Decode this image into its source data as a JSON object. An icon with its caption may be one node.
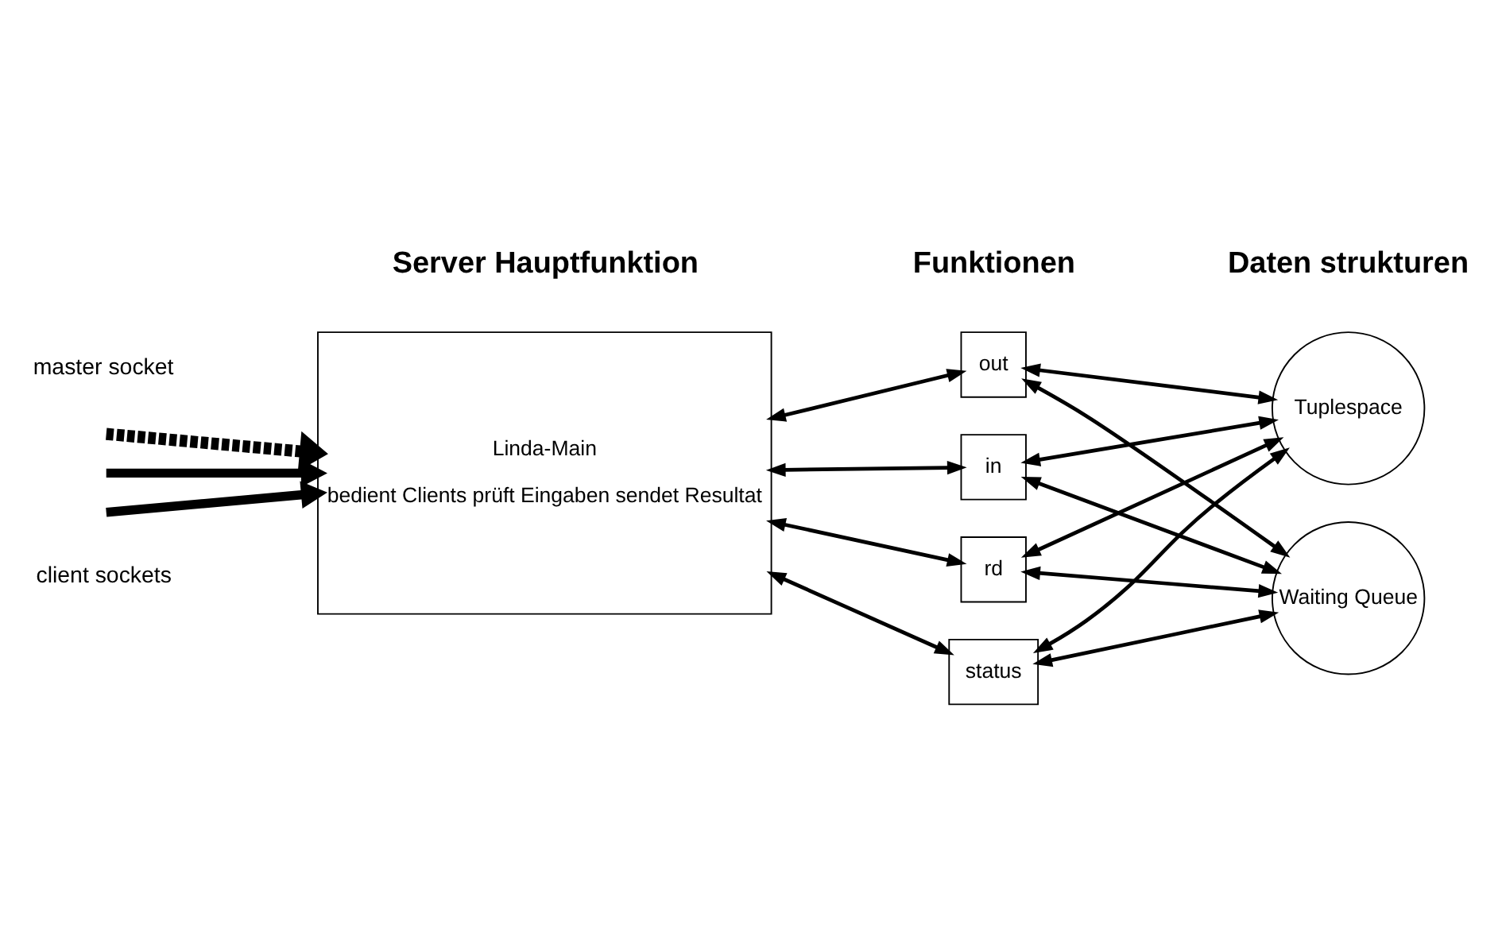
{
  "diagram": {
    "nodes": [
      {
        "text": [
          "Linda-Main",
          "bedient Clients prüft Eingaben sendet Resultat"
        ]
      },
      {
        "text": [
          "out"
        ]
      },
      {
        "text": [
          "in"
        ]
      },
      {
        "text": [
          "rd"
        ]
      },
      {
        "text": [
          "status"
        ]
      },
      {
        "text": [
          "Tuplespace"
        ]
      },
      {
        "text": [
          "Waiting Queue"
        ]
      }
    ],
    "edges": [
      {
        "from": null,
        "to": 0,
        "arrow": "to",
        "style": "dashed"
      },
      {
        "from": null,
        "to": 0,
        "arrow": "to",
        "style": "thick"
      },
      {
        "from": null,
        "to": 0,
        "arrow": "to",
        "style": "thick"
      },
      {
        "from": 0,
        "to": 1,
        "arrow": "both"
      },
      {
        "from": 0,
        "to": 2,
        "arrow": "both"
      },
      {
        "from": 0,
        "to": 3,
        "arrow": "both"
      },
      {
        "from": 0,
        "to": 4,
        "arrow": "both"
      },
      {
        "from": 1,
        "to": 5,
        "arrow": "both"
      },
      {
        "from": 1,
        "to": 6,
        "arrow": "both"
      },
      {
        "from": 2,
        "to": 5,
        "arrow": "both"
      },
      {
        "from": 2,
        "to": 6,
        "arrow": "both"
      },
      {
        "from": 3,
        "to": 5,
        "arrow": "both"
      },
      {
        "from": 3,
        "to": 6,
        "arrow": "both"
      },
      {
        "from": 4,
        "to": 5,
        "arrow": "both"
      },
      {
        "from": 4,
        "to": 6,
        "arrow": "both"
      }
    ],
    "labels": [
      "Server Hauptfunktion",
      "Funktionen",
      "Daten strukturen",
      "master socket",
      "client sockets"
    ]
  }
}
